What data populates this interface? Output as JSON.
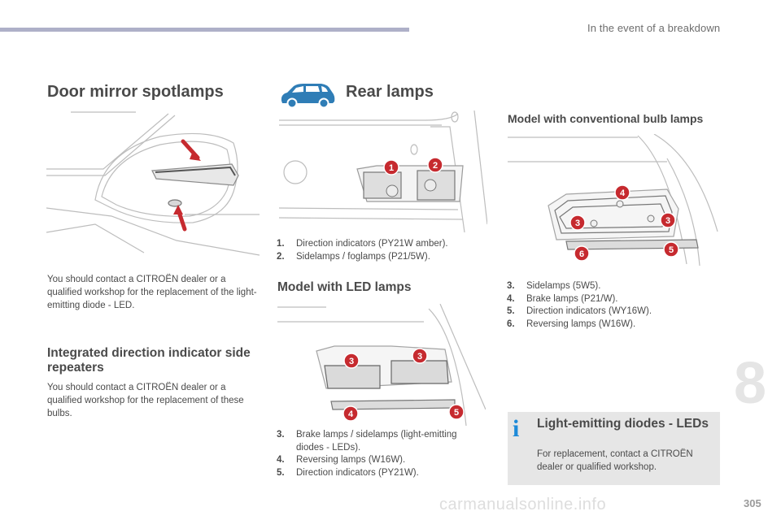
{
  "header": {
    "section": "In the event of a breakdown"
  },
  "chapter_number": "8",
  "page_number": "305",
  "watermark": "carmanualsonline.info",
  "door_mirror": {
    "title": "Door mirror spotlamps",
    "text": "You should contact a CITROËN dealer or a qualified workshop for the replacement of the light-emitting diode - LED."
  },
  "side_repeaters": {
    "title": "Integrated direction indicator side repeaters",
    "text": "You should contact a CITROËN dealer or a qualified workshop for the replacement of these bulbs."
  },
  "rear_lamps": {
    "title": "Rear lamps",
    "items": [
      {
        "num": "1.",
        "text": "Direction indicators (PY21W amber)."
      },
      {
        "num": "2.",
        "text": "Sidelamps / foglamps (P21/5W)."
      }
    ]
  },
  "led_lamps": {
    "title": "Model with LED lamps",
    "items": [
      {
        "num": "3.",
        "text": "Brake lamps / sidelamps (light-emitting diodes - LEDs)."
      },
      {
        "num": "4.",
        "text": "Reversing lamps (W16W)."
      },
      {
        "num": "5.",
        "text": "Direction indicators (PY21W)."
      }
    ]
  },
  "conventional": {
    "title": "Model with conventional bulb lamps",
    "items": [
      {
        "num": "3.",
        "text": "Sidelamps (5W5)."
      },
      {
        "num": "4.",
        "text": "Brake lamps (P21/W)."
      },
      {
        "num": "5.",
        "text": "Direction indicators (WY16W)."
      },
      {
        "num": "6.",
        "text": "Reversing lamps (W16W)."
      }
    ]
  },
  "info": {
    "icon": "info-icon",
    "title": "Light-emitting diodes - LEDs",
    "text": "For replacement, contact a CITROËN dealer or qualified workshop."
  },
  "badges": {
    "rear": [
      "1",
      "2"
    ],
    "led": [
      "3",
      "3",
      "4",
      "5"
    ],
    "conventional": [
      "4",
      "3",
      "3",
      "6",
      "5"
    ]
  },
  "colors": {
    "badge": "#c62a2f",
    "car_icon": "#2f7db6",
    "info_icon": "#1d8ad8",
    "topbar": "#aeb0c8"
  }
}
